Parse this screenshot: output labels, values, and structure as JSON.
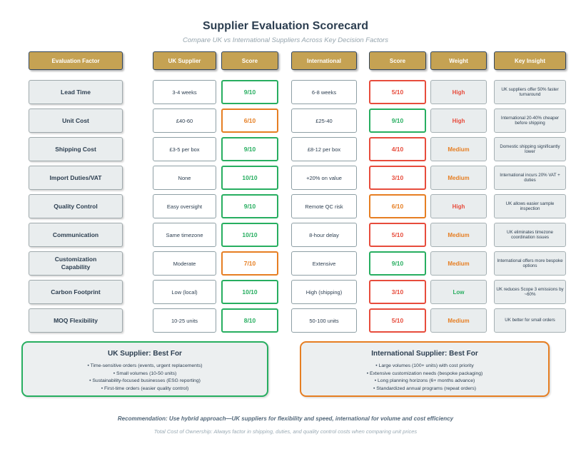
{
  "title": "Supplier Evaluation Scorecard",
  "subtitle": "Compare UK vs International Suppliers Across Key Decision Factors",
  "colors": {
    "gold_header": "#c5a253",
    "navy_text": "#2c3e50",
    "green": "#27ae60",
    "orange": "#e67e22",
    "red": "#e74c3c",
    "gray_fill": "#e9edee"
  },
  "chart_data": {
    "type": "table",
    "title": "Supplier Evaluation Scorecard",
    "subtitle": "Compare UK vs International Suppliers Across Key Decision Factors",
    "columns": [
      "Evaluation Factor",
      "UK Supplier",
      "Score",
      "International",
      "Score",
      "Weight",
      "Key Insight"
    ],
    "rows": [
      {
        "factor": "Lead Time",
        "uk_value": "3-4 weeks",
        "uk_score": "9/10",
        "uk_score_color": "#27ae60",
        "intl_value": "6-8 weeks",
        "intl_score": "5/10",
        "intl_score_color": "#e74c3c",
        "weight": "High",
        "weight_color": "#e74c3c",
        "insight": "UK suppliers offer 50% faster turnaround"
      },
      {
        "factor": "Unit Cost",
        "uk_value": "£40-60",
        "uk_score": "6/10",
        "uk_score_color": "#e67e22",
        "intl_value": "£25-40",
        "intl_score": "9/10",
        "intl_score_color": "#27ae60",
        "weight": "High",
        "weight_color": "#e74c3c",
        "insight": "International 20-40% cheaper before shipping"
      },
      {
        "factor": "Shipping Cost",
        "uk_value": "£3-5 per box",
        "uk_score": "9/10",
        "uk_score_color": "#27ae60",
        "intl_value": "£8-12 per box",
        "intl_score": "4/10",
        "intl_score_color": "#e74c3c",
        "weight": "Medium",
        "weight_color": "#e67e22",
        "insight": "Domestic shipping significantly lower"
      },
      {
        "factor": "Import Duties/VAT",
        "uk_value": "None",
        "uk_score": "10/10",
        "uk_score_color": "#27ae60",
        "intl_value": "+20% on value",
        "intl_score": "3/10",
        "intl_score_color": "#e74c3c",
        "weight": "Medium",
        "weight_color": "#e67e22",
        "insight": "International incurs 20% VAT + duties"
      },
      {
        "factor": "Quality Control",
        "uk_value": "Easy oversight",
        "uk_score": "9/10",
        "uk_score_color": "#27ae60",
        "intl_value": "Remote QC risk",
        "intl_score": "6/10",
        "intl_score_color": "#e67e22",
        "weight": "High",
        "weight_color": "#e74c3c",
        "insight": "UK allows easier sample inspection"
      },
      {
        "factor": "Communication",
        "uk_value": "Same timezone",
        "uk_score": "10/10",
        "uk_score_color": "#27ae60",
        "intl_value": "8-hour delay",
        "intl_score": "5/10",
        "intl_score_color": "#e74c3c",
        "weight": "Medium",
        "weight_color": "#e67e22",
        "insight": "UK eliminates timezone coordination issues"
      },
      {
        "factor": "Customization Capability",
        "uk_value": "Moderate",
        "uk_score": "7/10",
        "uk_score_color": "#e67e22",
        "intl_value": "Extensive",
        "intl_score": "9/10",
        "intl_score_color": "#27ae60",
        "weight": "Medium",
        "weight_color": "#e67e22",
        "insight": "International offers more bespoke options"
      },
      {
        "factor": "Carbon Footprint",
        "uk_value": "Low (local)",
        "uk_score": "10/10",
        "uk_score_color": "#27ae60",
        "intl_value": "High (shipping)",
        "intl_score": "3/10",
        "intl_score_color": "#e74c3c",
        "weight": "Low",
        "weight_color": "#27ae60",
        "insight": "UK reduces Scope 3 emissions by ~60%"
      },
      {
        "factor": "MOQ Flexibility",
        "uk_value": "10-25 units",
        "uk_score": "8/10",
        "uk_score_color": "#27ae60",
        "intl_value": "50-100 units",
        "intl_score": "5/10",
        "intl_score_color": "#e74c3c",
        "weight": "Medium",
        "weight_color": "#e67e22",
        "insight": "UK better for small orders"
      }
    ]
  },
  "summaries": [
    {
      "title": "UK Supplier: Best For",
      "accent": "#27ae60",
      "bullets": [
        "Time-sensitive orders (events, urgent replacements)",
        "Small volumes (10-50 units)",
        "Sustainability-focused businesses (ESG reporting)",
        "First-time orders (easier quality control)"
      ]
    },
    {
      "title": "International Supplier: Best For",
      "accent": "#e67e22",
      "bullets": [
        "Large volumes (100+ units) with cost priority",
        "Extensive customization needs (bespoke packaging)",
        "Long planning horizons (6+ months advance)",
        "Standardized annual programs (repeat orders)"
      ]
    }
  ],
  "footer": {
    "recommendation": "Recommendation: Use hybrid approach—UK suppliers for flexibility and speed, international for volume and cost efficiency",
    "note": "Total Cost of Ownership: Always factor in shipping, duties, and quality control costs when comparing unit prices"
  }
}
